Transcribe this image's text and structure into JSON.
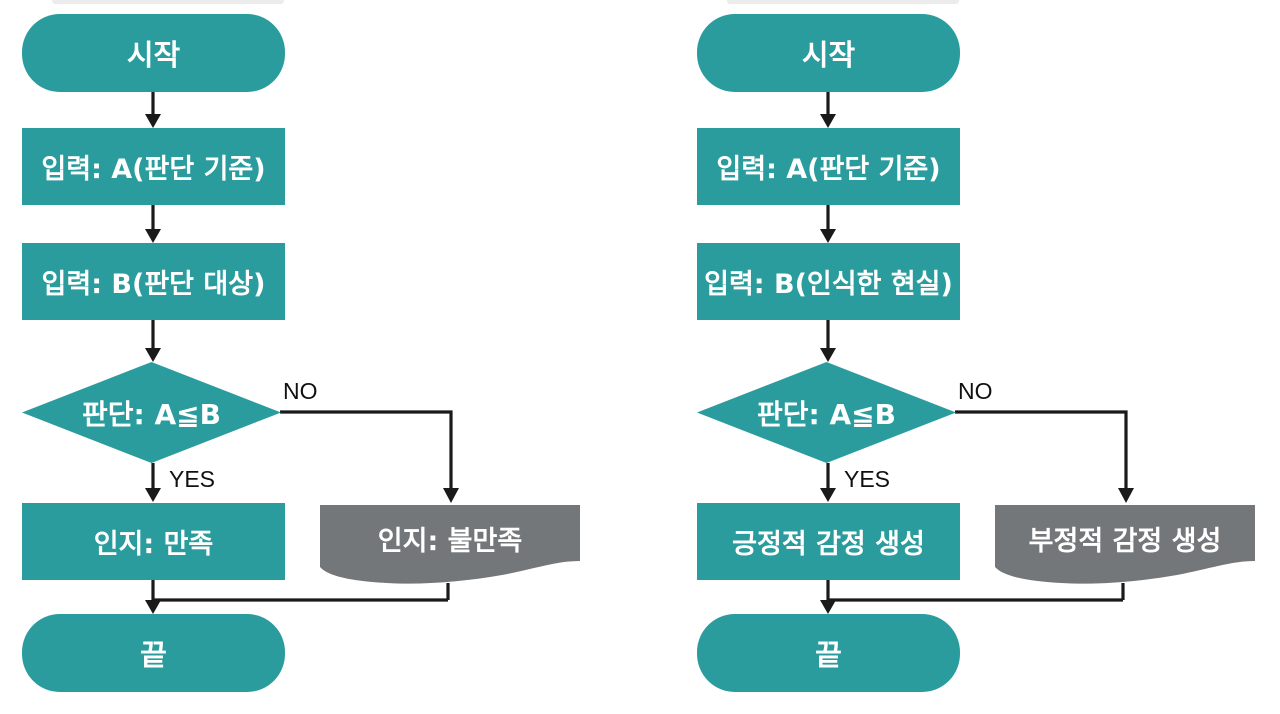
{
  "colors": {
    "node_fill_teal": "#2a9c9e",
    "node_fill_gray": "#747779",
    "line_black": "#1a1a1a",
    "node_text_white": "#ffffff",
    "branch_label_text": "#111111"
  },
  "charts": [
    {
      "nodes": {
        "start": "시작",
        "input_a": "입력: A(판단 기준)",
        "input_b": "입력: B(판단 대상)",
        "decision": "판단: A≦B",
        "outcome_yes": "인지: 만족",
        "outcome_no": "인지: 불만족",
        "end": "끝"
      },
      "branch_labels": {
        "no": "NO",
        "yes": "YES"
      }
    },
    {
      "nodes": {
        "start": "시작",
        "input_a": "입력: A(판단 기준)",
        "input_b": "입력: B(인식한 현실)",
        "decision": "판단: A≦B",
        "outcome_yes": "긍정적 감정 생성",
        "outcome_no": "부정적 감정 생성",
        "end": "끝"
      },
      "branch_labels": {
        "no": "NO",
        "yes": "YES"
      }
    }
  ]
}
